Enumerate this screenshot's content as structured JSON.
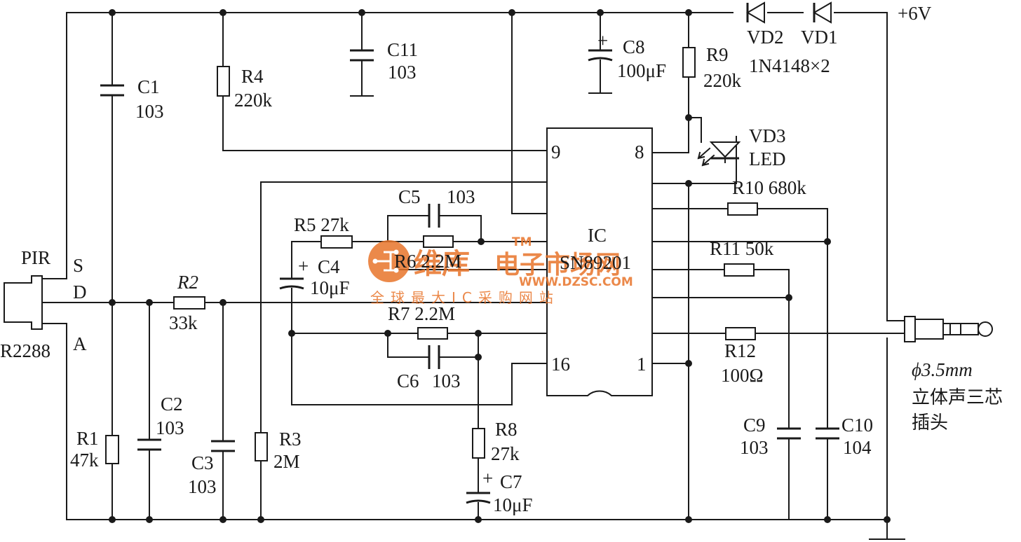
{
  "supply_label": "+6V",
  "components": {
    "c1": {
      "ref": "C1",
      "value": "103"
    },
    "c2": {
      "ref": "C2",
      "value": "103"
    },
    "c3": {
      "ref": "C3",
      "value": "103"
    },
    "c4": {
      "ref": "C4",
      "value": "10μF"
    },
    "c5": {
      "ref": "C5",
      "value": "103"
    },
    "c6": {
      "ref": "C6",
      "value": "103"
    },
    "c7": {
      "ref": "C7",
      "value": "10μF"
    },
    "c8": {
      "ref": "C8",
      "value": "100μF"
    },
    "c9": {
      "ref": "C9",
      "value": "103"
    },
    "c10": {
      "ref": "C10",
      "value": "104"
    },
    "c11": {
      "ref": "C11",
      "value": "103"
    },
    "r1": {
      "ref": "R1",
      "value": "47k"
    },
    "r2": {
      "ref": "R2",
      "value": "33k"
    },
    "r3": {
      "ref": "R3",
      "value": "2M"
    },
    "r4": {
      "ref": "R4",
      "value": "220k"
    },
    "r5": {
      "label": "R5 27k"
    },
    "r6": {
      "label": "R6 2.2M"
    },
    "r7": {
      "label": "R7 2.2M"
    },
    "r8": {
      "ref": "R8",
      "value": "27k"
    },
    "r9": {
      "ref": "R9",
      "value": "220k"
    },
    "r10": {
      "label": "R10  680k"
    },
    "r11": {
      "label": "R11  50k"
    },
    "r12": {
      "ref": "R12",
      "value": "100Ω"
    },
    "vd1": {
      "ref": "VD1"
    },
    "vd2": {
      "ref": "VD2"
    },
    "diode_part": "1N4148×2",
    "vd3": {
      "ref": "VD3",
      "type": "LED"
    }
  },
  "ic": {
    "ref": "IC",
    "part": "SN89201",
    "pin9": "9",
    "pin8": "8",
    "pin16": "16",
    "pin1": "1"
  },
  "pir": {
    "label": "PIR",
    "part": "R2288",
    "pin_s": "S",
    "pin_d": "D",
    "pin_a": "A"
  },
  "jack": {
    "size": "ϕ3.5mm",
    "desc": "立体声三芯",
    "desc2": "插头"
  },
  "watermark": {
    "brand": "维库",
    "brand2": "电子市场网",
    "tm": "TM",
    "url": "WWW.DZSC.COM",
    "slogan": "全球最大IC采购网站"
  },
  "colors": {
    "ink": "#1a1a1a",
    "watermark": "#e8742a"
  }
}
